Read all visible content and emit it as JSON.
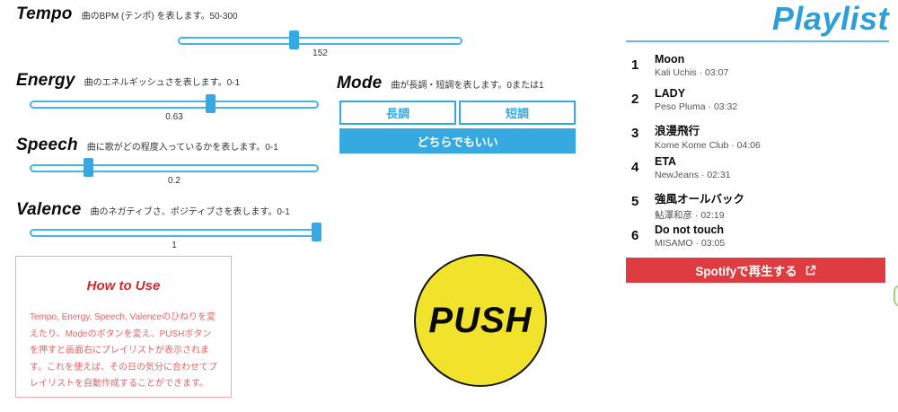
{
  "sliders": [
    {
      "name": "Tempo",
      "desc": "曲のBPM (テンポ) を表します。50-300",
      "min": 50,
      "max": 300,
      "value": 152,
      "label": "152"
    },
    {
      "name": "Energy",
      "desc": "曲のエネルギッシュさを表します。0-1",
      "min": 0,
      "max": 1,
      "value": 0.63,
      "label": "0.63"
    },
    {
      "name": "Speech",
      "desc": "曲に歌がどの程度入っているかを表します。0-1",
      "min": 0,
      "max": 1,
      "value": 0.2,
      "label": "0.2"
    },
    {
      "name": "Valence",
      "desc": "曲のネガティブさ、ポジティブさを表します。0-1",
      "min": 0,
      "max": 1,
      "value": 1,
      "label": "1"
    }
  ],
  "mode": {
    "name": "Mode",
    "desc": "曲が長調・短調を表します。0または1",
    "major_label": "長調",
    "minor_label": "短調",
    "either_label": "どちらでもいい"
  },
  "push_label": "PUSH",
  "how_to_use": {
    "title": "How to Use",
    "body": "Tempo, Energy, Speech, Valenceのひねりを変えたり、Modeのボタンを変え、PUSHボタンを押すと画面右にプレイリストが表示されます。これを使えば、その日の気分に合わせてプレイリストを自動作成することができます。"
  },
  "playlist": {
    "title": "Playlist",
    "tracks": [
      {
        "num": "1",
        "title": "Moon",
        "meta": "Kali Uchis · 03:07"
      },
      {
        "num": "2",
        "title": "LADY",
        "meta": "Peso Pluma · 03:32"
      },
      {
        "num": "3",
        "title": "浪漫飛行",
        "meta": "Kome Kome Club · 04:06"
      },
      {
        "num": "4",
        "title": "ETA",
        "meta": "NewJeans · 02:31"
      },
      {
        "num": "5",
        "title": "強風オールバック",
        "meta": "鮎澤和彦 · 02:19"
      },
      {
        "num": "6",
        "title": "Do not touch",
        "meta": "MISAMO · 03:05"
      }
    ],
    "spotify_button": "Spotifyで再生する"
  },
  "colors": {
    "accent_blue": "#36a9e1",
    "title_blue": "#2d9fd5",
    "spotify_red": "#df3c42",
    "howto_red": "#ec6167",
    "push_yellow": "#f1e32c",
    "sliver_green": "#a6ce7b"
  }
}
